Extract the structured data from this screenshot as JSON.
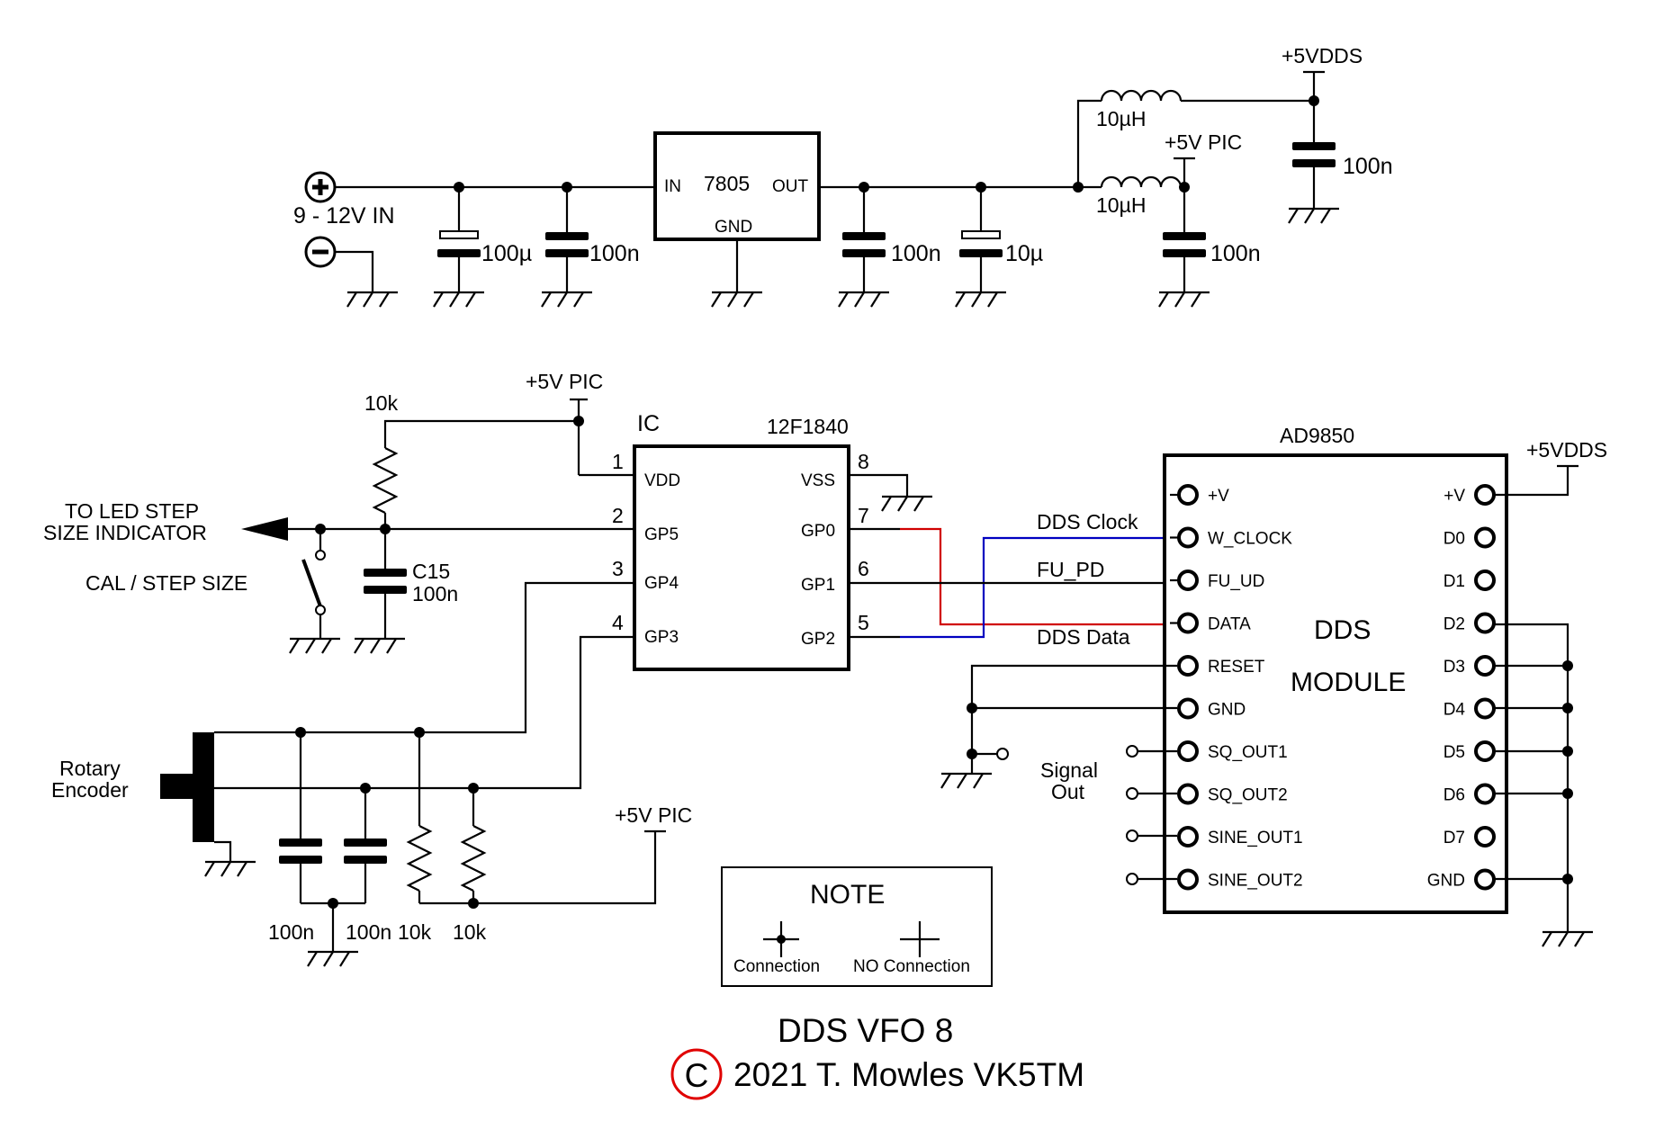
{
  "power": {
    "input_label": "9 - 12V IN",
    "plus_symbol": "+",
    "minus_symbol": "−",
    "c_in_bulk": "100µ",
    "c_in": "100n",
    "reg_in": "IN",
    "reg_name": "7805",
    "reg_out": "OUT",
    "reg_gnd": "GND",
    "c_out": "100n",
    "c_out_bulk": "10µ",
    "l_dds": "10µH",
    "l_pic": "10µH",
    "rail_dds": "+5VDDS",
    "rail_pic": "+5V PIC",
    "c_dds": "100n",
    "c_pic": "100n"
  },
  "pic": {
    "rail": "+5V PIC",
    "ref": "IC",
    "part": "12F1840",
    "pins_left": [
      {
        "num": "1",
        "name": "VDD"
      },
      {
        "num": "2",
        "name": "GP5"
      },
      {
        "num": "3",
        "name": "GP4"
      },
      {
        "num": "4",
        "name": "GP3"
      }
    ],
    "pins_right": [
      {
        "num": "8",
        "name": "VSS"
      },
      {
        "num": "7",
        "name": "GP0"
      },
      {
        "num": "6",
        "name": "GP1"
      },
      {
        "num": "5",
        "name": "GP2"
      }
    ],
    "pullup": "10k",
    "cap_name": "C15",
    "cap_value": "100n",
    "led_line1": "TO LED STEP",
    "led_line2": "SIZE INDICATOR",
    "switch_label": "CAL /  STEP SIZE"
  },
  "encoder": {
    "line1": "Rotary",
    "line2": "Encoder",
    "rail": "+5V PIC",
    "c1": "100n",
    "c2": "100n",
    "r1": "10k",
    "r2": "10k"
  },
  "signals": {
    "clock": "DDS Clock",
    "fuud": "FU_PD",
    "data": "DDS Data",
    "out_line1": "Signal",
    "out_line2": "Out"
  },
  "dds": {
    "part": "AD9850",
    "rail": "+5VDDS",
    "title1": "DDS",
    "title2": "MODULE",
    "pins_left": [
      "+V",
      "W_CLOCK",
      "FU_UD",
      "DATA",
      "RESET",
      "GND",
      "SQ_OUT1",
      "SQ_OUT2",
      "SINE_OUT1",
      "SINE_OUT2"
    ],
    "pins_right": [
      "+V",
      "D0",
      "D1",
      "D2",
      "D3",
      "D4",
      "D5",
      "D6",
      "D7",
      "GND"
    ]
  },
  "note": {
    "title": "NOTE",
    "connection": "Connection",
    "no_connection": "NO Connection"
  },
  "footer": {
    "title": "DDS VFO 8",
    "copyright_symbol": "C",
    "credit": "2021 T. Mowles VK5TM"
  },
  "colors": {
    "note_title": "#e00000",
    "copyright": "#e00000",
    "wire_clock": "#0000c0",
    "wire_data": "#d00000"
  }
}
